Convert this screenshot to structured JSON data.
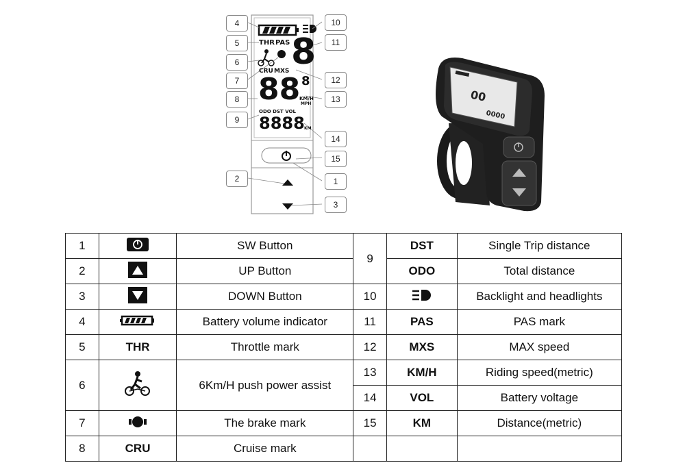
{
  "diagram": {
    "callouts": [
      "1",
      "2",
      "3",
      "4",
      "5",
      "6",
      "7",
      "8",
      "9",
      "10",
      "11",
      "12",
      "13",
      "14",
      "15"
    ],
    "lcd": {
      "thr": "THR",
      "pas": "PAS",
      "pas_digit": "8",
      "cru": "CRU",
      "mxs": "MXS",
      "speed": "88",
      "speed_decimal": "8",
      "kmh": "KM/H",
      "mph": "MPH",
      "odo_labels": "ODO DST VOL",
      "odo_value": "8888",
      "km": "KM"
    }
  },
  "device_screen": {
    "speed": "00",
    "odo": "0000"
  },
  "legend": {
    "rows_left": [
      {
        "num": "1",
        "icon": "power-button-icon",
        "desc": "SW Button"
      },
      {
        "num": "2",
        "icon": "up-triangle-icon",
        "desc": "UP Button"
      },
      {
        "num": "3",
        "icon": "down-triangle-icon",
        "desc": "DOWN Button"
      },
      {
        "num": "4",
        "icon": "battery-icon",
        "desc": "Battery volume indicator"
      },
      {
        "num": "5",
        "text": "THR",
        "desc": "Throttle mark"
      },
      {
        "num": "6",
        "icon": "walk-assist-icon",
        "desc": "6Km/H push power assist"
      },
      {
        "num": "7",
        "icon": "brake-icon",
        "desc": "The brake mark"
      },
      {
        "num": "8",
        "text": "CRU",
        "desc": "Cruise mark"
      }
    ],
    "rows_right": [
      {
        "num": "9",
        "text": "DST",
        "desc": "Single Trip distance"
      },
      {
        "num": "",
        "text": "ODO",
        "desc": "Total distance"
      },
      {
        "num": "10",
        "icon": "headlight-icon",
        "desc": "Backlight and headlights"
      },
      {
        "num": "11",
        "text": "PAS",
        "desc": "PAS mark"
      },
      {
        "num": "12",
        "text": "MXS",
        "desc": "MAX speed"
      },
      {
        "num": "13",
        "text": "KM/H",
        "desc": "Riding speed(metric)"
      },
      {
        "num": "14",
        "text": "VOL",
        "desc": "Battery voltage"
      },
      {
        "num": "15",
        "text": "KM",
        "desc": "Distance(metric)"
      }
    ]
  }
}
